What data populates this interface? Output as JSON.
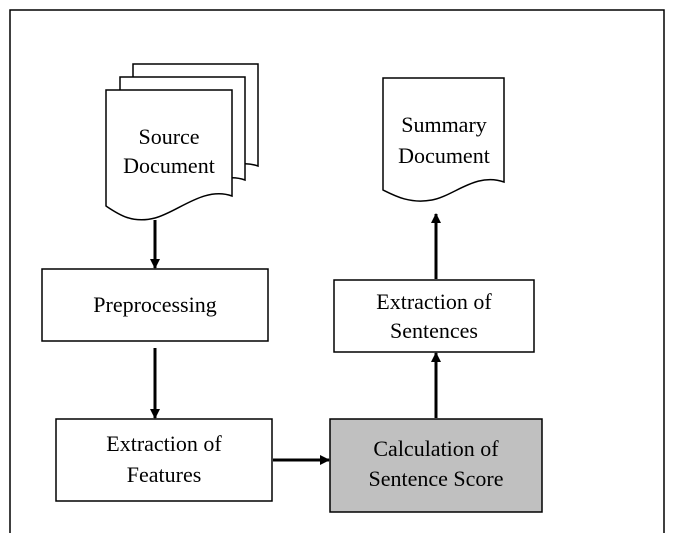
{
  "colors": {
    "background": "#ffffff",
    "stroke": "#000000",
    "highlight_fill": "#c0c0c0",
    "text": "#000000"
  },
  "nodes": {
    "source_document": {
      "line1": "Source",
      "line2": "Document",
      "shape": "multi-document"
    },
    "summary_document": {
      "line1": "Summary",
      "line2": "Document",
      "shape": "document"
    },
    "preprocessing": {
      "label": "Preprocessing",
      "shape": "rectangle"
    },
    "extraction_of_sentences": {
      "line1": "Extraction of",
      "line2": "Sentences",
      "shape": "rectangle"
    },
    "extraction_of_features": {
      "line1": "Extraction of",
      "line2": "Features",
      "shape": "rectangle"
    },
    "calculation_of_sentence_score": {
      "line1": "Calculation of",
      "line2": "Sentence Score",
      "shape": "rectangle",
      "highlighted": true
    }
  },
  "edges": [
    {
      "from": "source_document",
      "to": "preprocessing"
    },
    {
      "from": "preprocessing",
      "to": "extraction_of_features"
    },
    {
      "from": "extraction_of_features",
      "to": "calculation_of_sentence_score"
    },
    {
      "from": "calculation_of_sentence_score",
      "to": "extraction_of_sentences"
    },
    {
      "from": "extraction_of_sentences",
      "to": "summary_document"
    }
  ]
}
